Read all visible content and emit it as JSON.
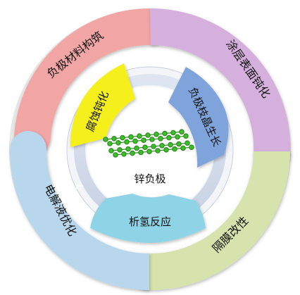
{
  "center": {
    "label": "锌负极"
  },
  "outer_segments": [
    {
      "key": "anode-design",
      "label": "负极材料构筑",
      "color": "#f2a5a5"
    },
    {
      "key": "coating",
      "label": "涂层表面钝化",
      "color": "#d5b0dc"
    },
    {
      "key": "separator",
      "label": "隔膜改性",
      "color": "#d6e3ad"
    },
    {
      "key": "electrolyte",
      "label": "电解液优化",
      "color": "#b8d6ec"
    }
  ],
  "inner_segments": [
    {
      "key": "corrosion",
      "label": "腐蚀钝化",
      "color": "#f5ef1a"
    },
    {
      "key": "dendrite",
      "label": "负极枝晶生长",
      "color": "#7fa4dc"
    },
    {
      "key": "hydrogen",
      "label": "析氢反应",
      "color": "#8fd3e6"
    }
  ]
}
